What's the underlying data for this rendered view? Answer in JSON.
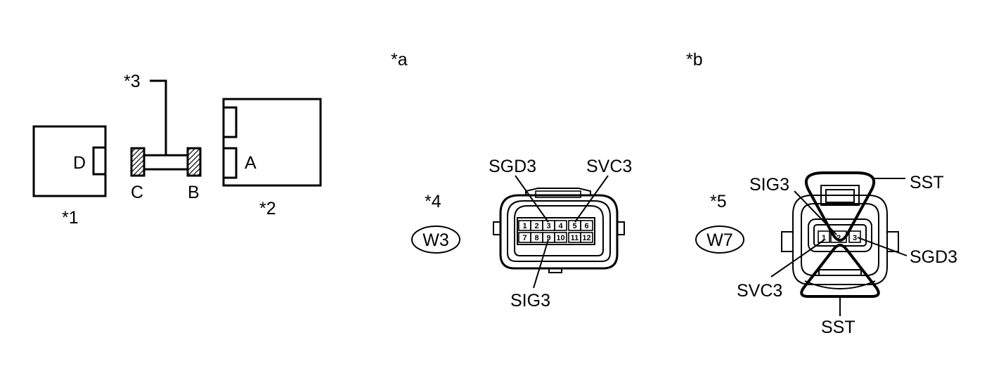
{
  "left_diagram": {
    "component_1": {
      "marker": "*1",
      "terminal": "D"
    },
    "component_2": {
      "marker": "*2",
      "terminal": "A"
    },
    "component_3": {
      "marker": "*3",
      "terminal_left": "C",
      "terminal_right": "B"
    }
  },
  "view_a": {
    "marker": "*a",
    "connector_marker": "*4",
    "connector_code": "W3",
    "pins_top": [
      "1",
      "2",
      "3",
      "4",
      "5",
      "6"
    ],
    "pins_bottom": [
      "7",
      "8",
      "9",
      "10",
      "11",
      "12"
    ],
    "callouts": {
      "sgd3": "SGD3",
      "svc3": "SVC3",
      "sig3": "SIG3"
    }
  },
  "view_b": {
    "marker": "*b",
    "connector_marker": "*5",
    "connector_code": "W7",
    "pins": [
      "1",
      "2",
      "3"
    ],
    "callouts": {
      "sig3": "SIG3",
      "sgd3": "SGD3",
      "svc3": "SVC3",
      "sst_top": "SST",
      "sst_bottom": "SST"
    }
  }
}
